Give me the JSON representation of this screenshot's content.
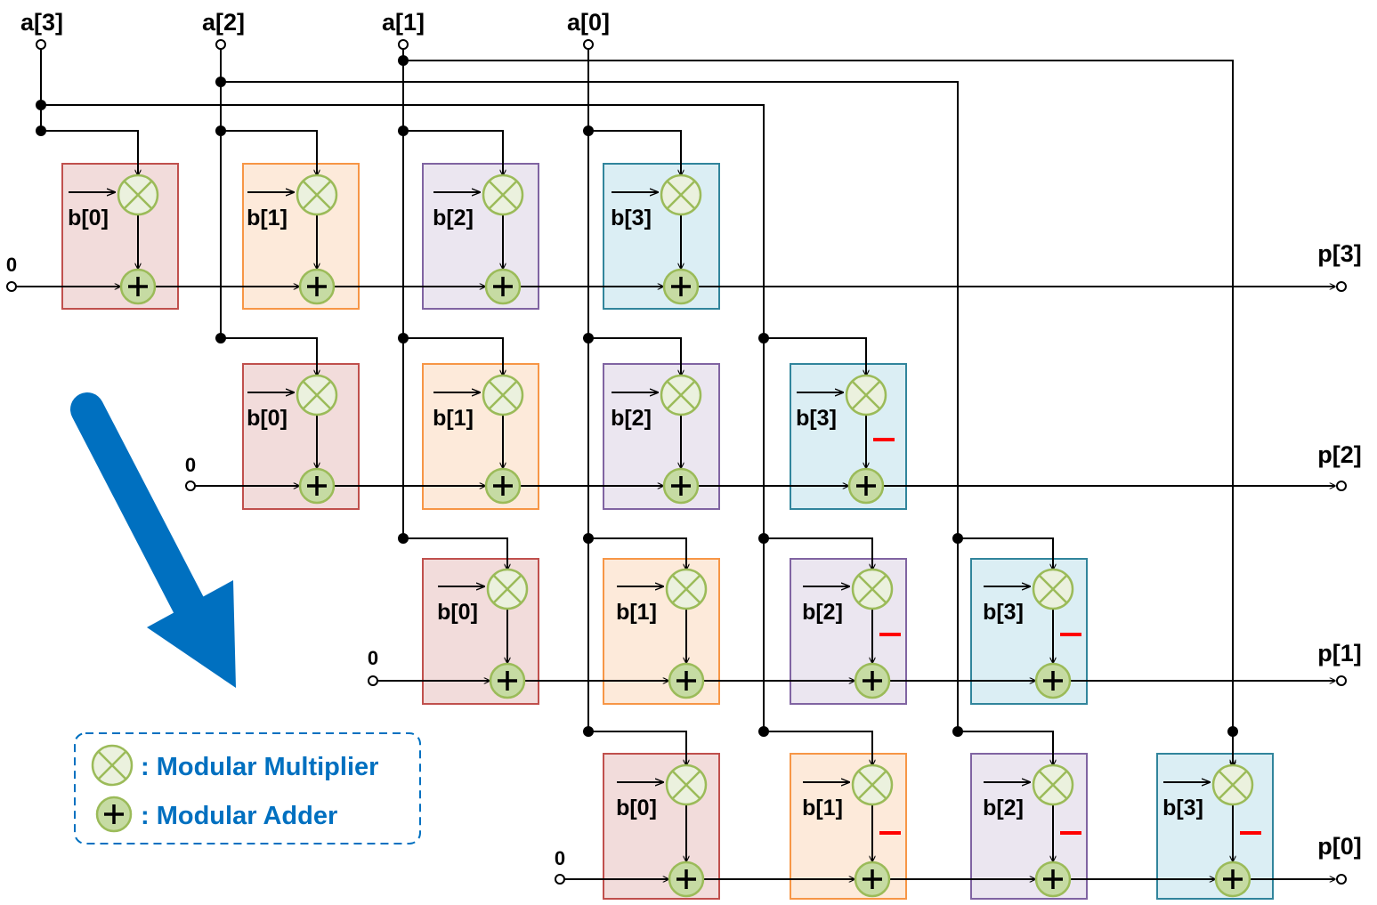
{
  "inputs": {
    "a3": "a[3]",
    "a2": "a[2]",
    "a1": "a[1]",
    "a0": "a[0]"
  },
  "outputs": {
    "p3": "p[3]",
    "p2": "p[2]",
    "p1": "p[1]",
    "p0": "p[0]"
  },
  "zero_label": "0",
  "b_labels": [
    "b[0]",
    "b[1]",
    "b[2]",
    "b[3]"
  ],
  "legend": {
    "multiplier": ": Modular Multiplier",
    "adder": ": Modular Adder"
  },
  "rows": [
    {
      "output": "p[3]",
      "cells": [
        {
          "a": "a[3]",
          "b": "b[0]",
          "negated": false
        },
        {
          "a": "a[2]",
          "b": "b[1]",
          "negated": false
        },
        {
          "a": "a[1]",
          "b": "b[2]",
          "negated": false
        },
        {
          "a": "a[0]",
          "b": "b[3]",
          "negated": false
        }
      ]
    },
    {
      "output": "p[2]",
      "cells": [
        {
          "a": "a[2]",
          "b": "b[0]",
          "negated": false
        },
        {
          "a": "a[1]",
          "b": "b[1]",
          "negated": false
        },
        {
          "a": "a[0]",
          "b": "b[2]",
          "negated": false
        },
        {
          "a": "a[3]",
          "b": "b[3]",
          "negated": true
        }
      ]
    },
    {
      "output": "p[1]",
      "cells": [
        {
          "a": "a[1]",
          "b": "b[0]",
          "negated": false
        },
        {
          "a": "a[0]",
          "b": "b[1]",
          "negated": false
        },
        {
          "a": "a[3]",
          "b": "b[2]",
          "negated": true
        },
        {
          "a": "a[2]",
          "b": "b[3]",
          "negated": true
        }
      ]
    },
    {
      "output": "p[0]",
      "cells": [
        {
          "a": "a[0]",
          "b": "b[0]",
          "negated": false
        },
        {
          "a": "a[3]",
          "b": "b[1]",
          "negated": true
        },
        {
          "a": "a[2]",
          "b": "b[2]",
          "negated": true
        },
        {
          "a": "a[1]",
          "b": "b[3]",
          "negated": true
        }
      ]
    }
  ],
  "colors": {
    "cell_b0": {
      "fill": "#f2dcdb",
      "stroke": "#c0504d"
    },
    "cell_b1": {
      "fill": "#fdeada",
      "stroke": "#f79646"
    },
    "cell_b2": {
      "fill": "#ebe6f0",
      "stroke": "#8064a2"
    },
    "cell_b3": {
      "fill": "#dbeef4",
      "stroke": "#31859c"
    },
    "operator_fill": "#ebf1de",
    "operator_stroke": "#9bbb59",
    "negation": "#ff0000",
    "arrow": "#0070c0",
    "legend_text": "#0070c0"
  },
  "icons": [
    "modular-multiplier-icon",
    "modular-adder-icon",
    "flow-arrow-icon"
  ]
}
